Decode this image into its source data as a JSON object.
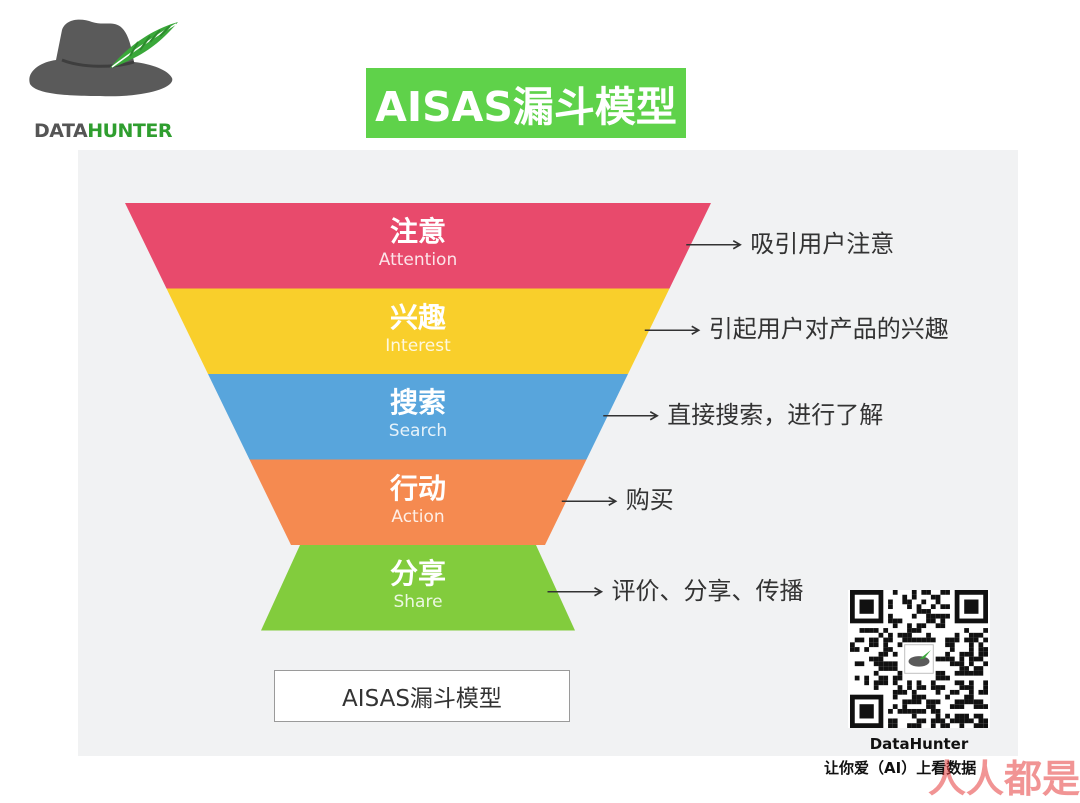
{
  "logo": {
    "brand_part1": "DATA",
    "brand_part2": "HUNTER"
  },
  "title": "AISAS漏斗模型",
  "funnel": {
    "stages": [
      {
        "zh": "注意",
        "en": "Attention",
        "description": "吸引用户注意",
        "color": "#e84a6c"
      },
      {
        "zh": "兴趣",
        "en": "Interest",
        "description": "引起用户对产品的兴趣",
        "color": "#f9cf2b"
      },
      {
        "zh": "搜索",
        "en": "Search",
        "description": "直接搜索，进行了解",
        "color": "#58a5dc"
      },
      {
        "zh": "行动",
        "en": "Action",
        "description": "购买",
        "color": "#f58a50"
      },
      {
        "zh": "分享",
        "en": "Share",
        "description": "评价、分享、传播",
        "color": "#82cc3d"
      }
    ]
  },
  "caption": "AISAS漏斗模型",
  "qr": {
    "name": "DataHunter",
    "slogan": "让你爱（AI）上看数据"
  },
  "watermark": "人人都是"
}
